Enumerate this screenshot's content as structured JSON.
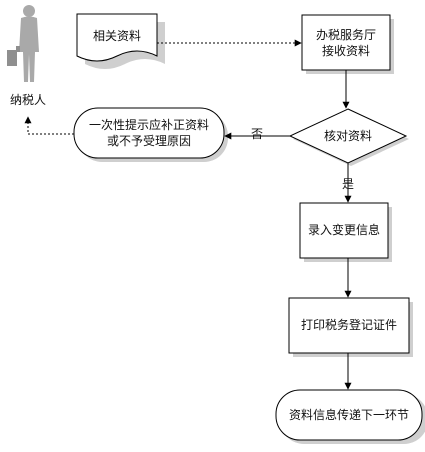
{
  "person": {
    "icon": "person-icon",
    "label": "纳税人"
  },
  "nodes": {
    "materials": "相关资料",
    "reception_line1": "办税服务厅",
    "reception_line2": "接收资料",
    "verify": "核对资料",
    "notify_line1": "一次性提示应补正资料",
    "notify_line2": "或不予受理原因",
    "record": "录入变更信息",
    "print": "打印税务登记证件",
    "transfer": "资料信息传递下一环节"
  },
  "edges": {
    "no_label": "否",
    "yes_label": "是"
  },
  "colors": {
    "stroke": "#000000",
    "fill": "#ffffff",
    "person": "#a9a9a9",
    "shadow": "#cfcfcf"
  }
}
